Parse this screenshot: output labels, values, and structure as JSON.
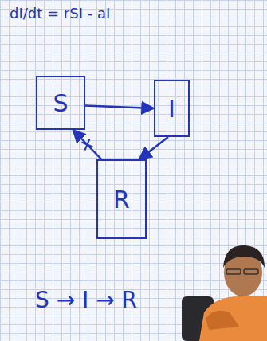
{
  "diagram": {
    "nodes": [
      {
        "text": [
          "S"
        ]
      },
      {
        "text": [
          "I"
        ]
      },
      {
        "text": [
          "R"
        ]
      }
    ],
    "edges": [
      {
        "from": 0,
        "to": 1,
        "arrow": "to"
      },
      {
        "from": 1,
        "to": 2,
        "arrow": "to"
      },
      {
        "from": 2,
        "to": 0,
        "arrow": "to"
      }
    ],
    "labels": [
      "dI/dt = rSI - aI",
      "S → I → R"
    ]
  }
}
